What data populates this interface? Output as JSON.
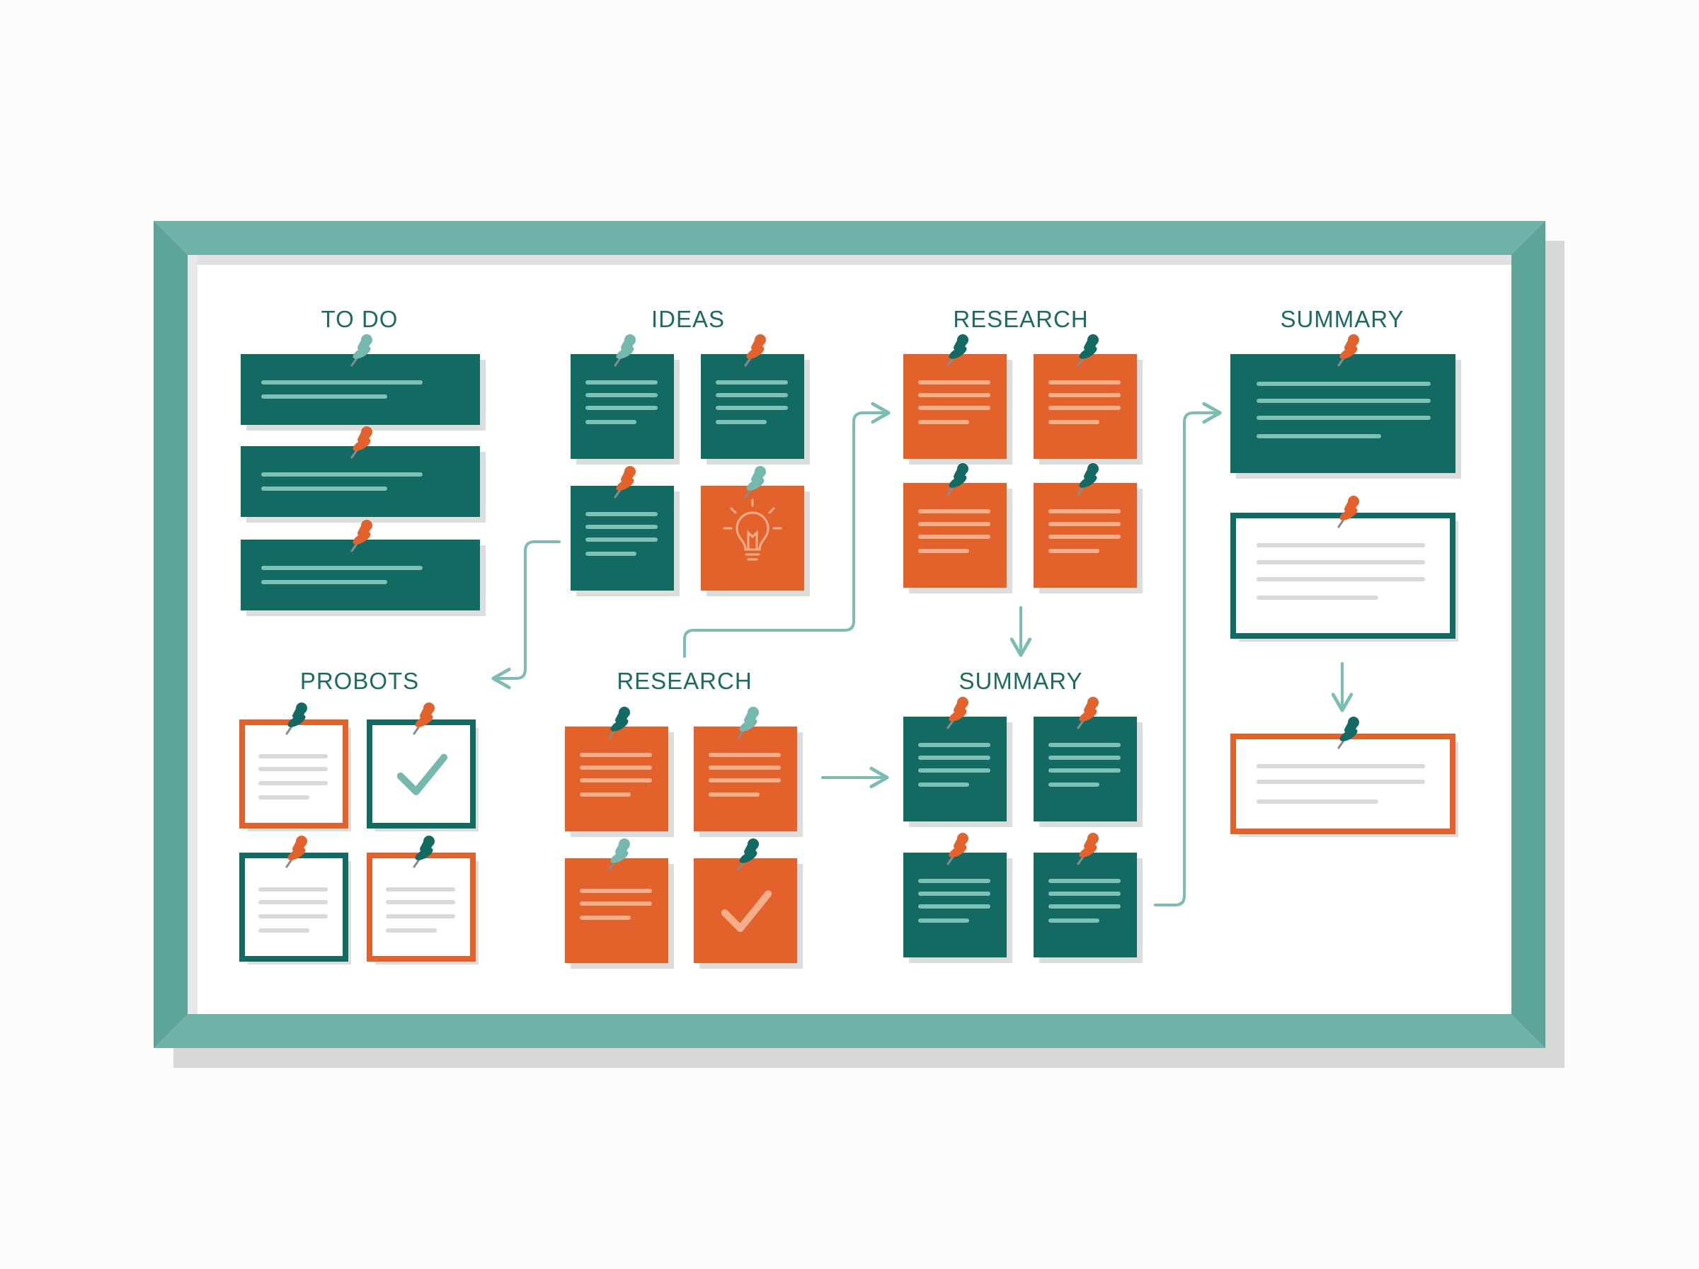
{
  "colors": {
    "teal": "#136a62",
    "orange": "#e3612a",
    "frame": "#70b3a8",
    "frame_dark": "#5ca397",
    "paper": "#ffffff",
    "line_on_color": "#7fc0b6",
    "line_on_orange": "#f5ae8a",
    "line_on_white": "#d9d9d9",
    "arrow": "#7bbdb3"
  },
  "board": {
    "headings": {
      "todo": "TO DO",
      "ideas": "IDEAS",
      "research_top": "RESEARCH",
      "summary_right": "SUMMARY",
      "probots": "PROBOTS",
      "research_bottom": "RESEARCH",
      "summary_mid": "SUMMARY"
    }
  },
  "icons": {
    "pushpin": "pushpin-icon",
    "lightbulb": "lightbulb-icon",
    "check": "checkmark-icon",
    "arrow": "arrow-icon"
  }
}
